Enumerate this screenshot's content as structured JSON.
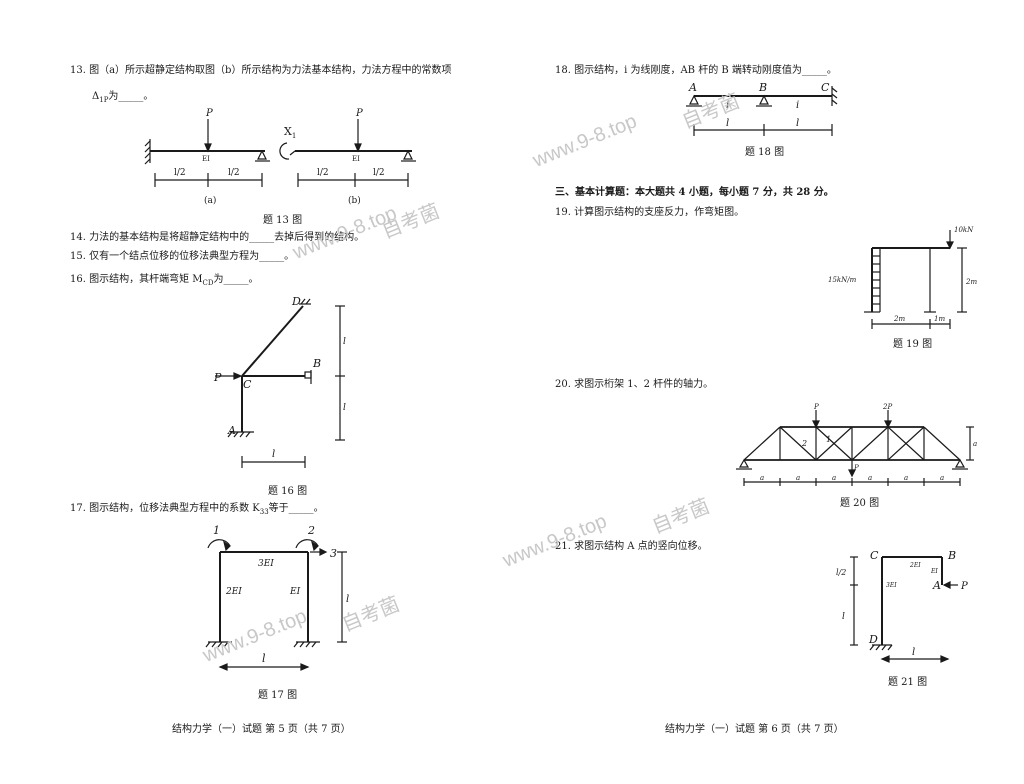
{
  "left_page": {
    "q13": {
      "line1": "13. 图（a）所示超静定结构取图（b）所示结构为力法基本结构，力法方程中的常数项",
      "line2": "Δ",
      "line2_sub": "1P",
      "line2_rest": "为_____。",
      "fig_a": "(a)",
      "fig_b": "(b)",
      "caption": "题 13 图",
      "load": "P",
      "ei": "EI",
      "half": "l/2",
      "x1": "X",
      "x1_sub": "1"
    },
    "q14": "14. 力法的基本结构是将超静定结构中的_____去掉后得到的结构。",
    "q15": "15. 仅有一个结点位移的位移法典型方程为_____。",
    "q16": {
      "text": "16. 图示结构，其杆端弯矩 M",
      "sub": "CD",
      "rest": "为_____。",
      "caption": "题 16 图",
      "labels": {
        "d": "D",
        "b": "B",
        "c": "C",
        "a": "A",
        "p": "P",
        "l": "l"
      }
    },
    "q17": {
      "text": "17. 图示结构，位移法典型方程中的系数 K",
      "sub": "33",
      "rest": "等于_____。",
      "caption": "题 17 图",
      "labels": {
        "one": "1",
        "two": "2",
        "three": "3",
        "ei3": "3EI",
        "ei2": "2EI",
        "ei": "EI",
        "l": "l"
      }
    },
    "footer": "结构力学（一）试题  第 5 页（共 7 页）"
  },
  "right_page": {
    "q18": {
      "text": "18. 图示结构，i 为线刚度，AB 杆的 B 端转动刚度值为_____。",
      "caption": "题 18 图",
      "labels": {
        "a": "A",
        "b": "B",
        "c": "C",
        "i": "i",
        "l": "l"
      }
    },
    "section3": "三、基本计算题：本大题共 4 小题，每小题 7 分，共 28 分。",
    "q19": {
      "text": "19. 计算图示结构的支座反力，作弯矩图。",
      "caption": "题 19 图",
      "labels": {
        "load": "10kN",
        "dist": "15kN/m",
        "h": "2m",
        "w1": "2m",
        "w2": "1m"
      }
    },
    "q20": {
      "text": "20. 求图示桁架 1、2 杆件的轴力。",
      "caption": "题 20 图",
      "labels": {
        "p": "P",
        "p2": "2P",
        "one": "1",
        "two": "2",
        "a": "a"
      }
    },
    "q21": {
      "text": "21. 求图示结构 A 点的竖向位移。",
      "caption": "题 21 图",
      "labels": {
        "c": "C",
        "b": "B",
        "a": "A",
        "d": "D",
        "p": "P",
        "ei2": "2EI",
        "ei": "EI",
        "ei3": "3EI",
        "l": "l",
        "l2": "l/2"
      }
    },
    "footer": "结构力学（一）试题  第 6 页（共 7 页）"
  },
  "watermarks": [
    "www.9-8.top",
    "自考菌"
  ]
}
